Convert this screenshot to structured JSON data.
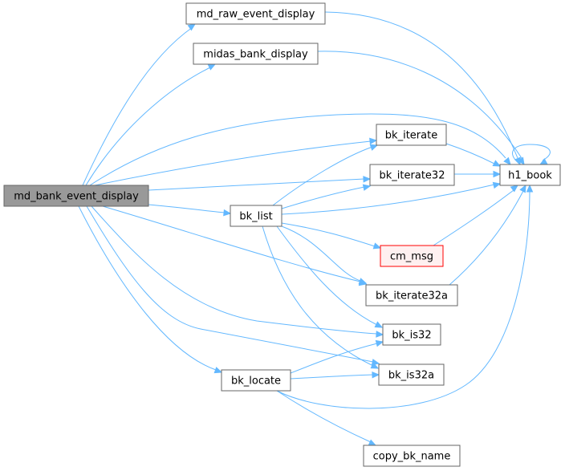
{
  "graph": {
    "edge_color": "#63b8ff",
    "node_border_color": "#666666",
    "root_node_fill": "#999999",
    "highlight_node_border": "#ff0000",
    "highlight_node_fill": "#fff0f0",
    "nodes": {
      "md_bank_event_display": "md_bank_event_display",
      "md_raw_event_display": "md_raw_event_display",
      "midas_bank_display": "midas_bank_display",
      "bk_iterate": "bk_iterate",
      "bk_iterate32": "bk_iterate32",
      "bk_list": "bk_list",
      "h1_book": "h1_book",
      "cm_msg": "cm_msg",
      "bk_iterate32a": "bk_iterate32a",
      "bk_is32": "bk_is32",
      "bk_is32a": "bk_is32a",
      "bk_locate": "bk_locate",
      "copy_bk_name": "copy_bk_name"
    },
    "edges": [
      [
        "md_bank_event_display",
        "md_raw_event_display"
      ],
      [
        "md_bank_event_display",
        "midas_bank_display"
      ],
      [
        "md_bank_event_display",
        "h1_book"
      ],
      [
        "md_bank_event_display",
        "bk_iterate"
      ],
      [
        "md_bank_event_display",
        "bk_iterate32"
      ],
      [
        "md_bank_event_display",
        "bk_list"
      ],
      [
        "md_bank_event_display",
        "bk_iterate32a"
      ],
      [
        "md_bank_event_display",
        "bk_is32"
      ],
      [
        "md_bank_event_display",
        "bk_is32a"
      ],
      [
        "md_bank_event_display",
        "bk_locate"
      ],
      [
        "md_raw_event_display",
        "h1_book"
      ],
      [
        "midas_bank_display",
        "h1_book"
      ],
      [
        "bk_iterate",
        "h1_book"
      ],
      [
        "bk_iterate32",
        "h1_book"
      ],
      [
        "h1_book",
        "h1_book"
      ],
      [
        "bk_list",
        "bk_iterate"
      ],
      [
        "bk_list",
        "bk_iterate32"
      ],
      [
        "bk_list",
        "h1_book"
      ],
      [
        "bk_list",
        "cm_msg"
      ],
      [
        "bk_list",
        "bk_iterate32a"
      ],
      [
        "bk_list",
        "bk_is32"
      ],
      [
        "bk_list",
        "bk_is32a"
      ],
      [
        "cm_msg",
        "h1_book"
      ],
      [
        "bk_iterate32a",
        "h1_book"
      ],
      [
        "bk_locate",
        "bk_is32"
      ],
      [
        "bk_locate",
        "bk_is32a"
      ],
      [
        "bk_locate",
        "h1_book"
      ],
      [
        "bk_locate",
        "copy_bk_name"
      ]
    ]
  }
}
